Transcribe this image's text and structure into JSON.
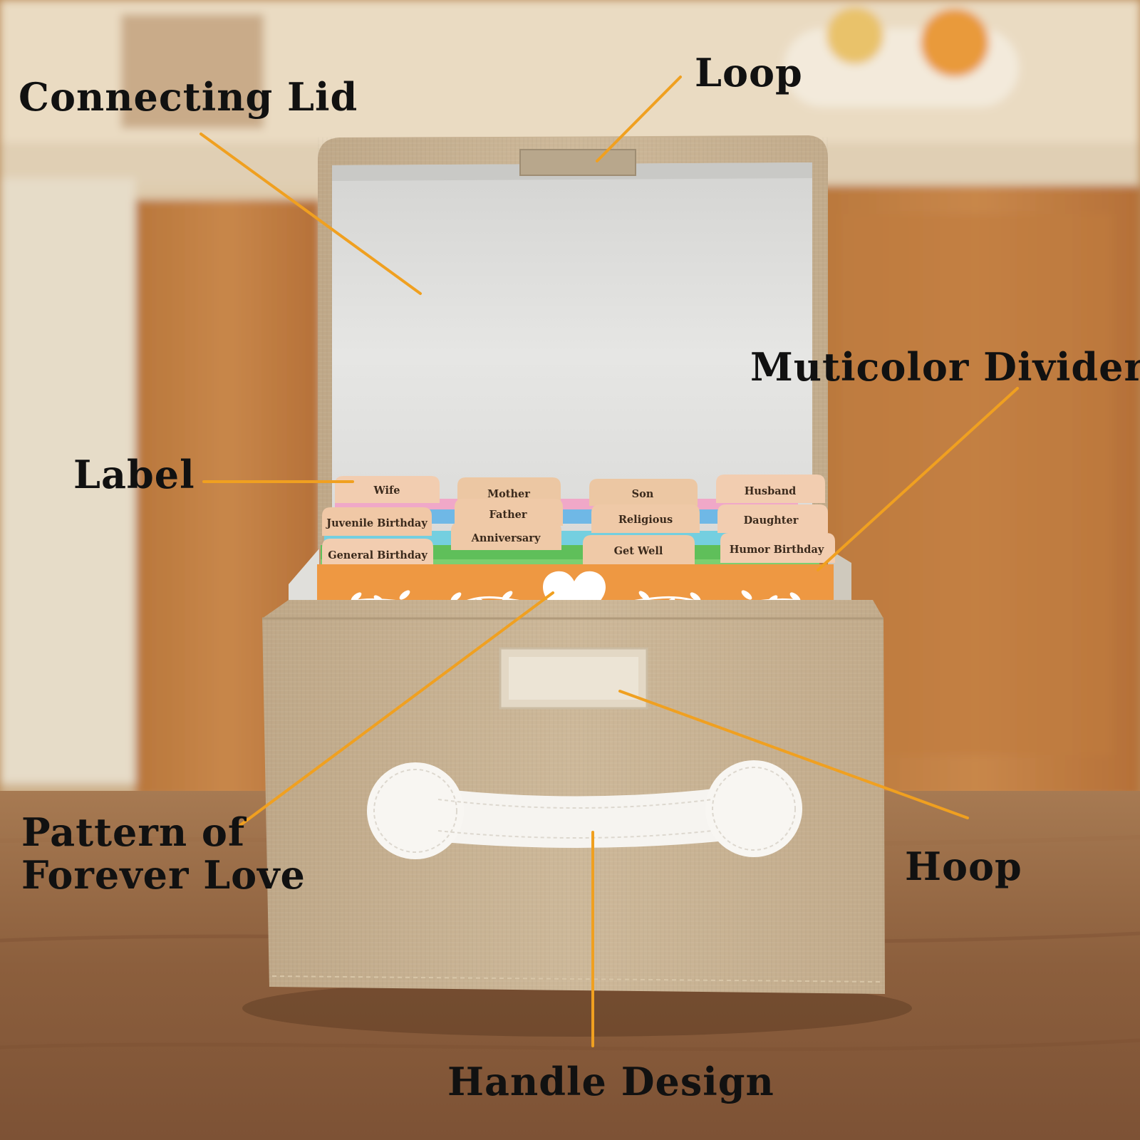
{
  "callouts": {
    "connecting_lid": "Connecting Lid",
    "loop": "Loop",
    "label": "Label",
    "multicolor_dividers": "Muticolor Dividers",
    "pattern_line1": "Pattern of",
    "pattern_line2": "Forever Love",
    "hoop": "Hoop",
    "handle_design": "Handle Design"
  },
  "divider_tabs": {
    "wife": "Wife",
    "mother": "Mother",
    "son": "Son",
    "husband": "Husband",
    "juvenile_birthday": "Juvenile Birthday",
    "father": "Father",
    "religious": "Religious",
    "daughter": "Daughter",
    "general_birthday": "General Birthday",
    "anniversary": "Anniversary",
    "get_well": "Get Well",
    "humor_birthday": "Humor Birthday"
  },
  "colors": {
    "leader_line": "#f0a020",
    "box_fabric": "#c8b394",
    "lid_lining": "#d8d8d6",
    "front_divider": "#ee9842",
    "tab_paper": "#f0c9a8",
    "countertop": "#8e6240",
    "handle": "#f6f4f0"
  },
  "icons": {
    "heart": "heart-icon",
    "vine": "vine-pattern"
  }
}
